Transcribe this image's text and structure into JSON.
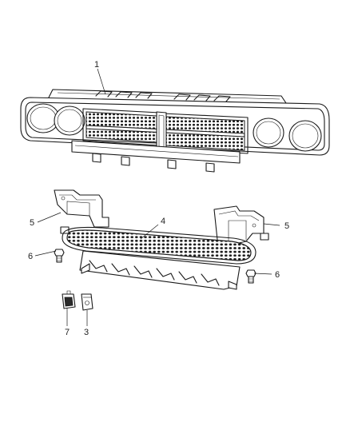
{
  "callouts": [
    {
      "id": "callout-1",
      "label": "1",
      "part": "grille-assembly"
    },
    {
      "id": "callout-4",
      "label": "4",
      "part": "lower-grille"
    },
    {
      "id": "callout-5-left",
      "label": "5",
      "part": "left-bracket"
    },
    {
      "id": "callout-5-right",
      "label": "5",
      "part": "right-bracket"
    },
    {
      "id": "callout-6-left",
      "label": "6",
      "part": "left-screw"
    },
    {
      "id": "callout-6-right",
      "label": "6",
      "part": "right-screw"
    },
    {
      "id": "callout-7",
      "label": "7",
      "part": "retainer-clip"
    },
    {
      "id": "callout-3",
      "label": "3",
      "part": "u-nut"
    }
  ],
  "colors": {
    "line": "#1a1a1a",
    "background": "#ffffff"
  }
}
